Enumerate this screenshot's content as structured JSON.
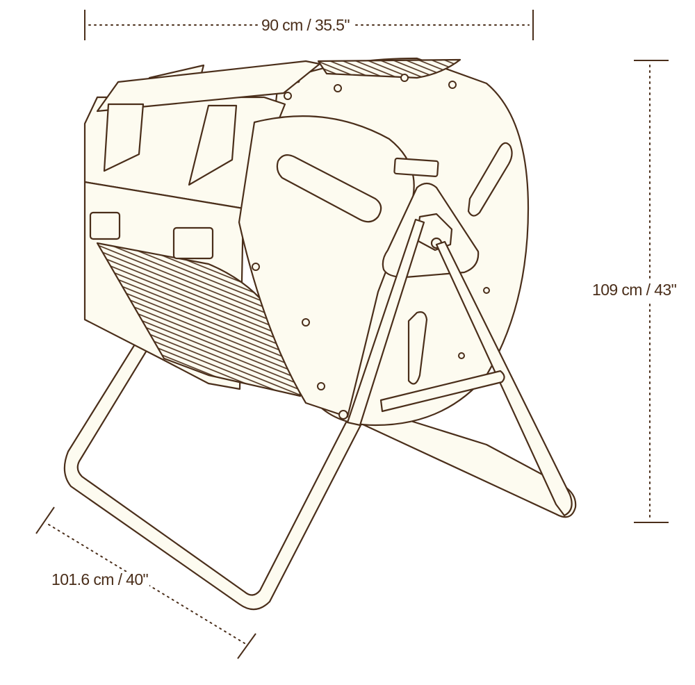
{
  "colors": {
    "line": "#4a2e1a",
    "fill": "#fdfbf0",
    "shade": "#efe6c3",
    "background": "#ffffff"
  },
  "dimensions": {
    "width_label": "90 cm / 35.5\"",
    "height_label": "109 cm / 43\"",
    "depth_label": "101.6 cm / 40\""
  }
}
